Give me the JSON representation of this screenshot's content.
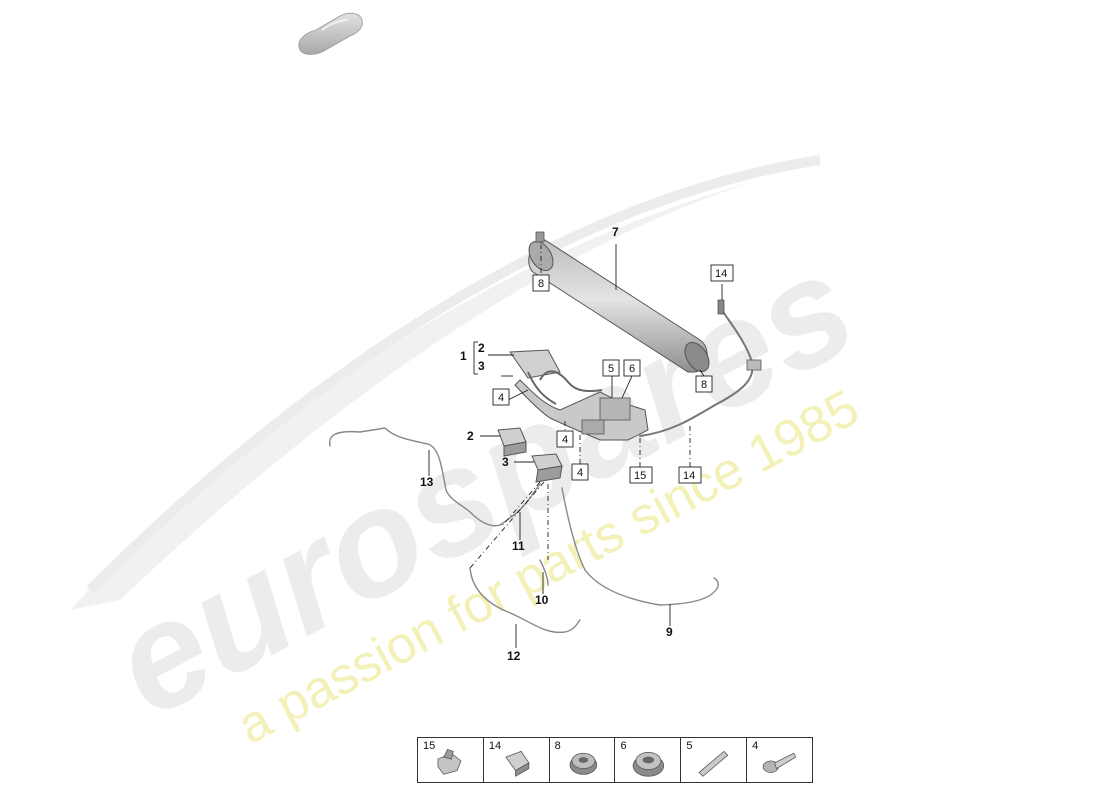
{
  "watermark": {
    "brand": "eurospares",
    "tagline": "a passion for parts since 1985"
  },
  "callouts": {
    "c1": "1",
    "c2a": "2",
    "c3a": "3",
    "c2": "2",
    "c3": "3",
    "c4a": "4",
    "c4b": "4",
    "c4c": "4",
    "c5": "5",
    "c6": "6",
    "c7": "7",
    "c8a": "8",
    "c8b": "8",
    "c9": "9",
    "c10": "10",
    "c11": "11",
    "c12": "12",
    "c13": "13",
    "c14a": "14",
    "c14b": "14",
    "c15": "15"
  },
  "legend": [
    {
      "num": "15",
      "icon": "clip-icon"
    },
    {
      "num": "14",
      "icon": "holder-icon"
    },
    {
      "num": "8",
      "icon": "grommet-icon"
    },
    {
      "num": "6",
      "icon": "grommet-large-icon"
    },
    {
      "num": "5",
      "icon": "pin-icon"
    },
    {
      "num": "4",
      "icon": "screw-icon"
    }
  ],
  "colors": {
    "part_fill": "#d6d6d6",
    "part_dark": "#9a9a9a",
    "watermark_grey": "#e9e9e9",
    "watermark_yellow": "#f3f0b8"
  }
}
